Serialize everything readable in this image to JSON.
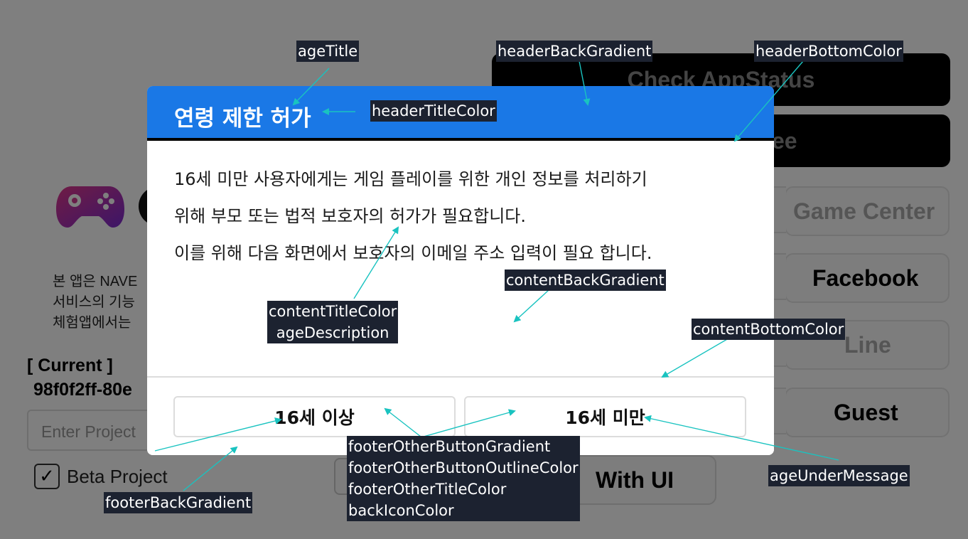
{
  "background_app": {
    "buttons_dark": [
      "Check AppStatus",
      "ee"
    ],
    "buttons_light": [
      "Game Center",
      "Facebook",
      "Line",
      "Guest"
    ],
    "intro_lines": [
      "본 앱은 NAVE",
      "서비스의 기능",
      "체험앱에서는 "
    ],
    "current_label": "[ Current ]",
    "current_value": "98f0f2ff-80e",
    "project_input_placeholder": "Enter Project",
    "beta_project_label": "Beta Project",
    "beta_checked_glyph": "✓",
    "with_ui_label": "With UI",
    "icons": {
      "app_logo": "gamepad-icon",
      "with_ui": "puzzle-icon"
    },
    "colors": {
      "dark_button": "#000000",
      "logo_gradient_start": "#e0388a",
      "logo_gradient_end": "#7a2bd0"
    }
  },
  "dialog": {
    "title": "연령 제한 허가",
    "description": [
      "16세 미만 사용자에게는 게임 플레이를 위한 개인 정보를 처리하기",
      "위해 부모 또는 법적 보호자의 허가가 필요합니다.",
      "이를 위해 다음 화면에서 보호자의 이메일 주소 입력이 필요 합니다."
    ],
    "button_over": "16세 이상",
    "button_under": "16세 미만",
    "colors": {
      "header_background": "#1a78e6",
      "header_bottom": "#000000",
      "header_title": "#ffffff",
      "content_text": "#1a1a1a",
      "content_bottom": "#dcdcdc",
      "button_outline": "#dcdcdc"
    }
  },
  "annotations": {
    "age_title": "ageTitle",
    "header_back_gradient": "headerBackGradient",
    "header_bottom_color": "headerBottomColor",
    "header_title_color": "headerTitleColor",
    "content_back_gradient": "contentBackGradient",
    "content_title_color": "contentTitleColor",
    "age_description": "ageDescription",
    "content_bottom_color": "contentBottomColor",
    "footer_labels": [
      "footerOtherButtonGradient",
      "footerOtherButtonOutlineColor",
      "footerOtherTitleColor",
      "backIconColor"
    ],
    "age_under_message": "ageUnderMessage",
    "footer_back_gradient": "footerBackGradient",
    "colors": {
      "label_background": "#1c2230",
      "arrow": "#19c3c0"
    }
  }
}
